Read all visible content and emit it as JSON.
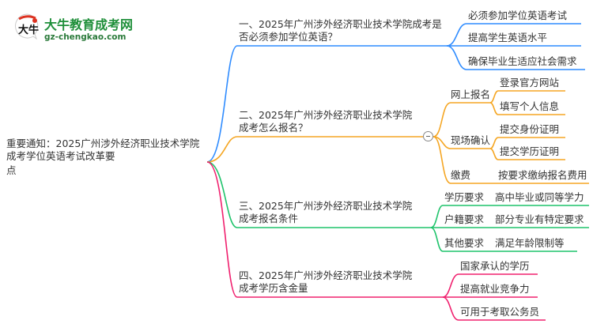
{
  "logo": {
    "title": "大牛教育成考网",
    "url": "gz-chengkao.com",
    "mark_text": "大牛"
  },
  "root": {
    "line1": "重要通知：2025广州涉外经济职业技术学院成考学位英语考试改革要",
    "line2": "点"
  },
  "colors": {
    "branch1": "#2f8cff",
    "branch2": "#f5a623",
    "branch3": "#1fc36b",
    "branch4": "#f0206e"
  },
  "branches": [
    {
      "label": "一、2025年广州涉外经济职业技术学院成考是否必须参加学位英语？",
      "children": [
        "必须参加学位英语考试",
        "提高学生英语水平",
        "确保毕业生适应社会需求"
      ]
    },
    {
      "label": "二、2025年广州涉外经济职业技术学院成考怎么报名？",
      "children": [
        {
          "label": "网上报名",
          "children": [
            "登录官方网站",
            "填写个人信息"
          ]
        },
        {
          "label": "现场确认",
          "children": [
            "提交身份证明",
            "提交学历证明"
          ]
        },
        {
          "label": "缴费",
          "children": [
            "按要求缴纳报名费用"
          ]
        }
      ]
    },
    {
      "label": "三、2025年广州涉外经济职业技术学院成考报名条件",
      "children": [
        {
          "label": "学历要求",
          "children": [
            "高中毕业或同等学力"
          ]
        },
        {
          "label": "户籍要求",
          "children": [
            "部分专业有特定要求"
          ]
        },
        {
          "label": "其他要求",
          "children": [
            "满足年龄限制等"
          ]
        }
      ]
    },
    {
      "label": "四、2025年广州涉外经济职业技术学院成考学历含金量",
      "children": [
        "国家承认的学历",
        "提高就业竞争力",
        "可用于考取公务员"
      ]
    }
  ]
}
